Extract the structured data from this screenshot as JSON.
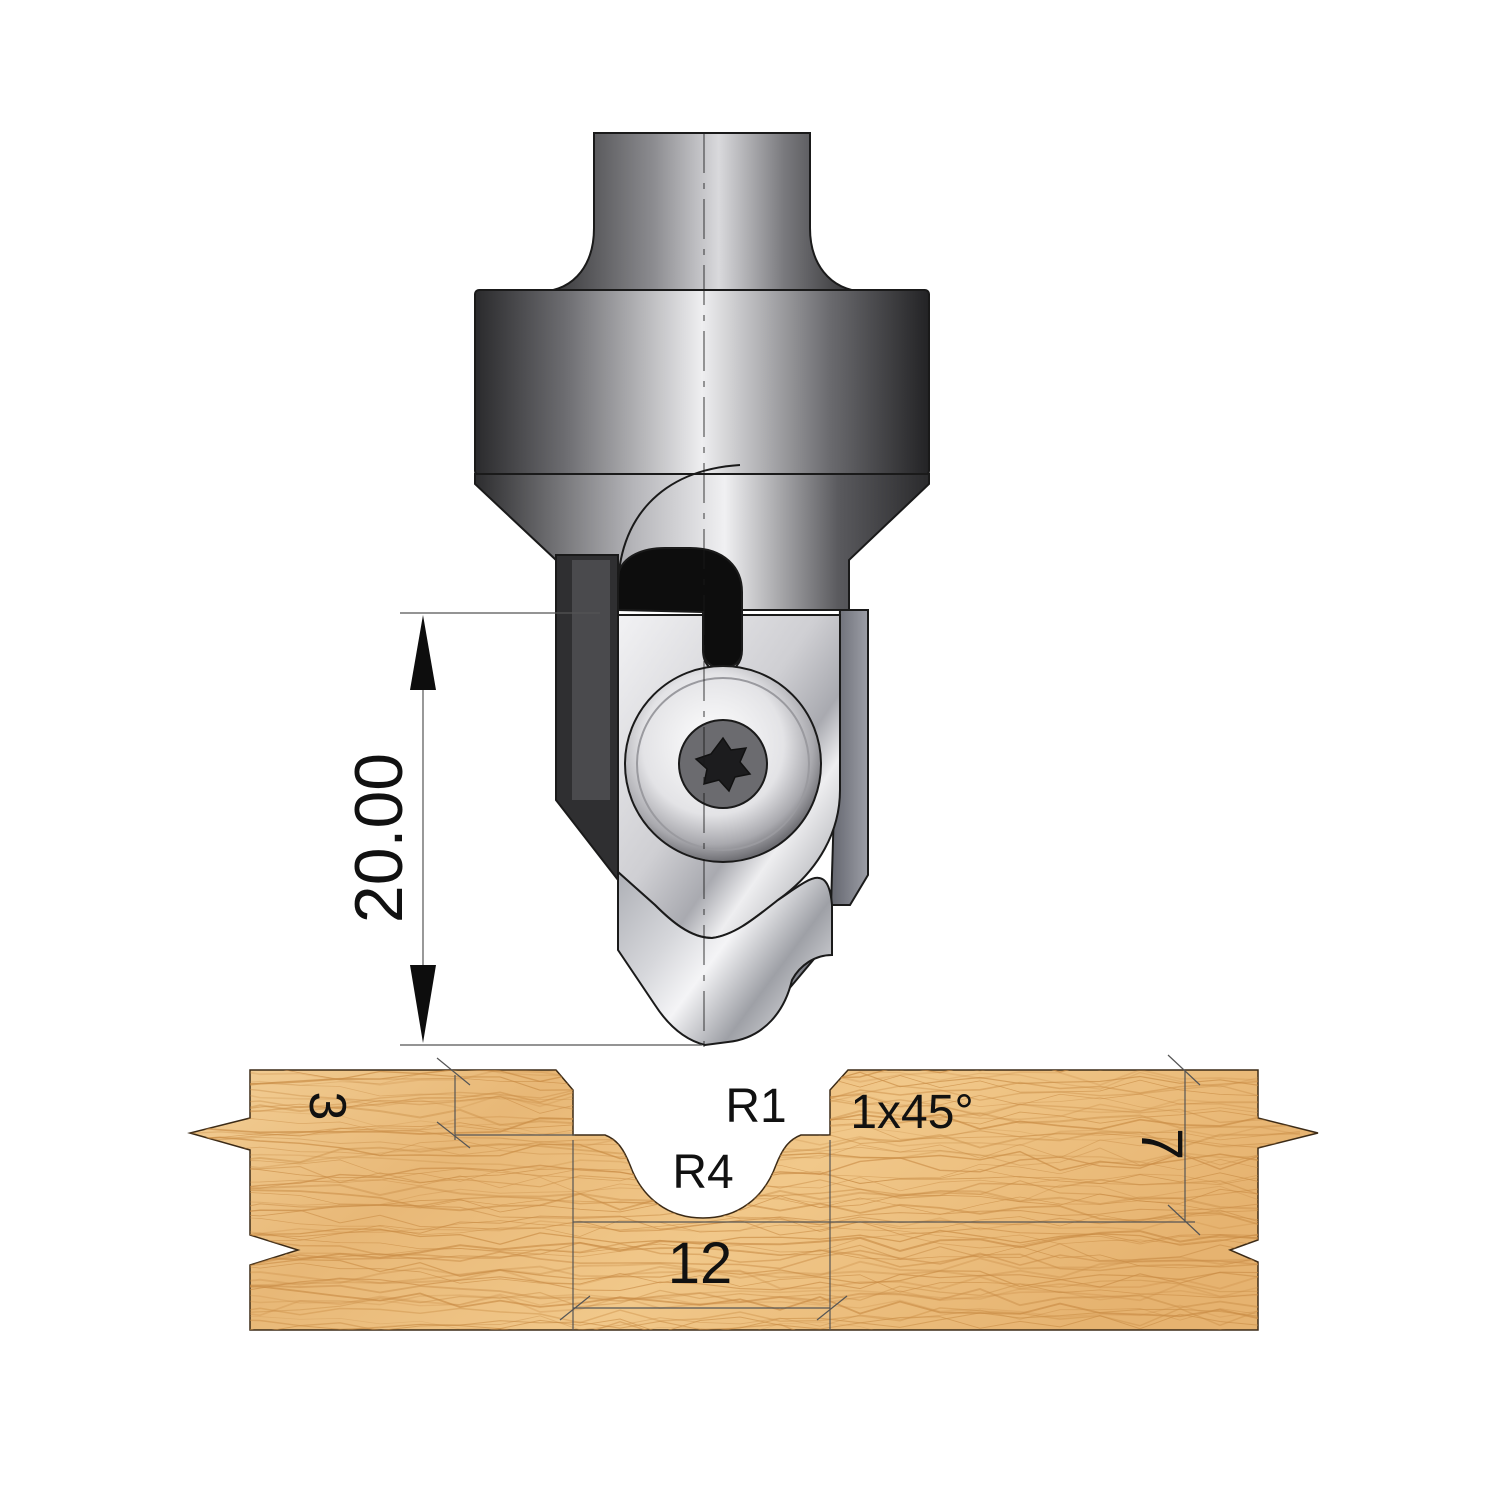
{
  "diagram": {
    "type": "router-bit-profile",
    "labels": {
      "cut_height": "20.00",
      "left_depth": "3",
      "top_radius": "R1",
      "chamfer": "1x45°",
      "groove_radius": "R4",
      "groove_width": "12",
      "right_depth": "7"
    }
  },
  "colors": {
    "steel_dark": "#3a3a3c",
    "steel_mid": "#8a8a8e",
    "steel_light": "#e6e6e8",
    "insert_light": "#d8d8dc",
    "insert_dark": "#7c7e86",
    "wood_light": "#f2c98c",
    "wood_dark": "#c98c45",
    "outline": "#1a1a1a",
    "dimension": "#555555"
  },
  "icons": {
    "screw": "torx-screw-icon",
    "arrow": "arrowhead-icon"
  }
}
